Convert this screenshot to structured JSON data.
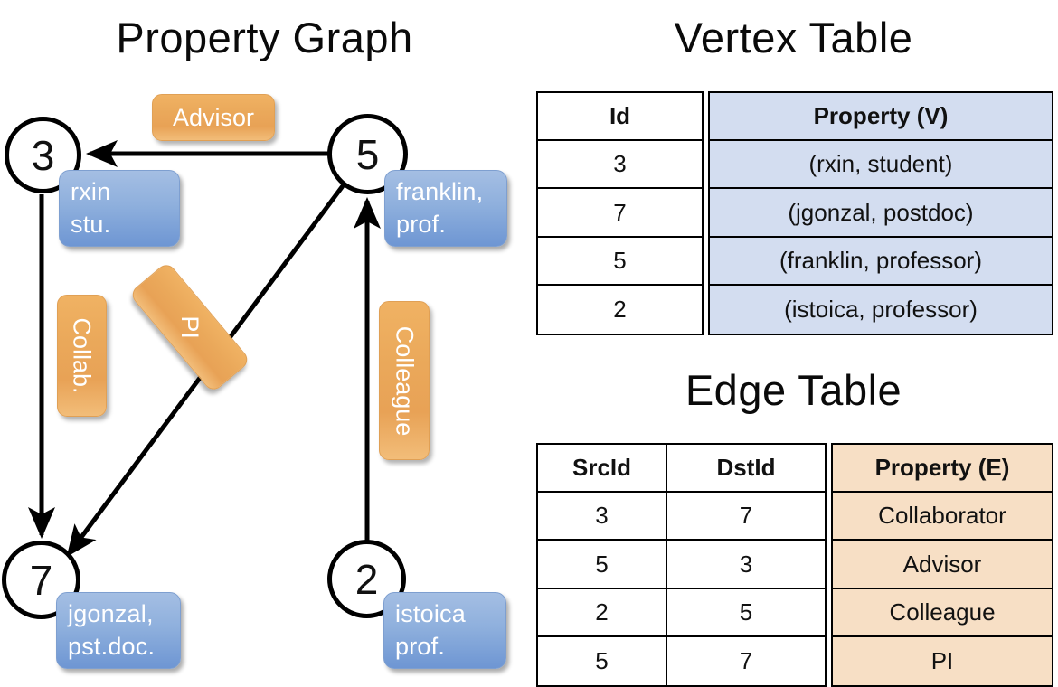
{
  "titles": {
    "graph": "Property Graph",
    "vertex_table": "Vertex Table",
    "edge_table": "Edge Table"
  },
  "colors": {
    "vertex_property_fill": "#d3ddf0",
    "edge_property_fill": "#f7dfc5",
    "vertex_box_blue": "#8fb0dd",
    "edge_label_orange": "#eaa85a",
    "stroke": "#000000"
  },
  "graph": {
    "nodes": [
      {
        "id": "3",
        "property_lines": [
          "rxin",
          "stu."
        ]
      },
      {
        "id": "5",
        "property_lines": [
          "franklin,",
          "prof."
        ]
      },
      {
        "id": "7",
        "property_lines": [
          "jgonzal,",
          "pst.doc."
        ]
      },
      {
        "id": "2",
        "property_lines": [
          "istoica",
          "prof."
        ]
      }
    ],
    "edge_labels": [
      {
        "name": "advisor",
        "text": "Advisor"
      },
      {
        "name": "collab",
        "text": "Collab."
      },
      {
        "name": "pi",
        "text": "PI"
      },
      {
        "name": "colleague",
        "text": "Colleague"
      }
    ]
  },
  "vertex_table": {
    "headers": [
      "Id",
      "Property (V)"
    ],
    "rows": [
      [
        "3",
        "(rxin, student)"
      ],
      [
        "7",
        "(jgonzal, postdoc)"
      ],
      [
        "5",
        "(franklin, professor)"
      ],
      [
        "2",
        "(istoica, professor)"
      ]
    ]
  },
  "edge_table": {
    "headers": [
      "SrcId",
      "DstId",
      "Property (E)"
    ],
    "rows": [
      [
        "3",
        "7",
        "Collaborator"
      ],
      [
        "5",
        "3",
        "Advisor"
      ],
      [
        "2",
        "5",
        "Colleague"
      ],
      [
        "5",
        "7",
        "PI"
      ]
    ]
  }
}
